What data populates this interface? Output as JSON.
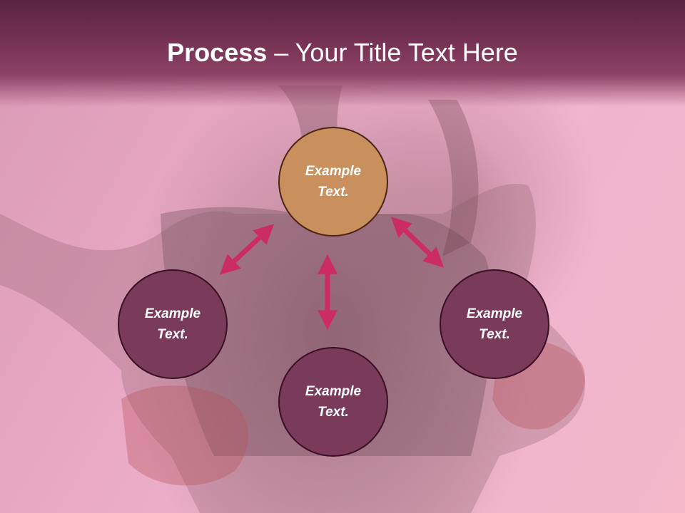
{
  "slide": {
    "title_bold": "Process",
    "title_rest": " – Your Title Text Here"
  },
  "nodes": [
    {
      "line1": "Example",
      "line2": "Text.",
      "style": "accent"
    },
    {
      "line1": "Example",
      "line2": "Text.",
      "style": "plain"
    },
    {
      "line1": "Example",
      "line2": "Text.",
      "style": "plain"
    },
    {
      "line1": "Example",
      "line2": "Text.",
      "style": "plain"
    }
  ],
  "colors": {
    "header": "#7a3556",
    "node_fill": "#7a3a5a",
    "accent_fill": "#c98f5c",
    "arrow": "#cc2c66"
  }
}
